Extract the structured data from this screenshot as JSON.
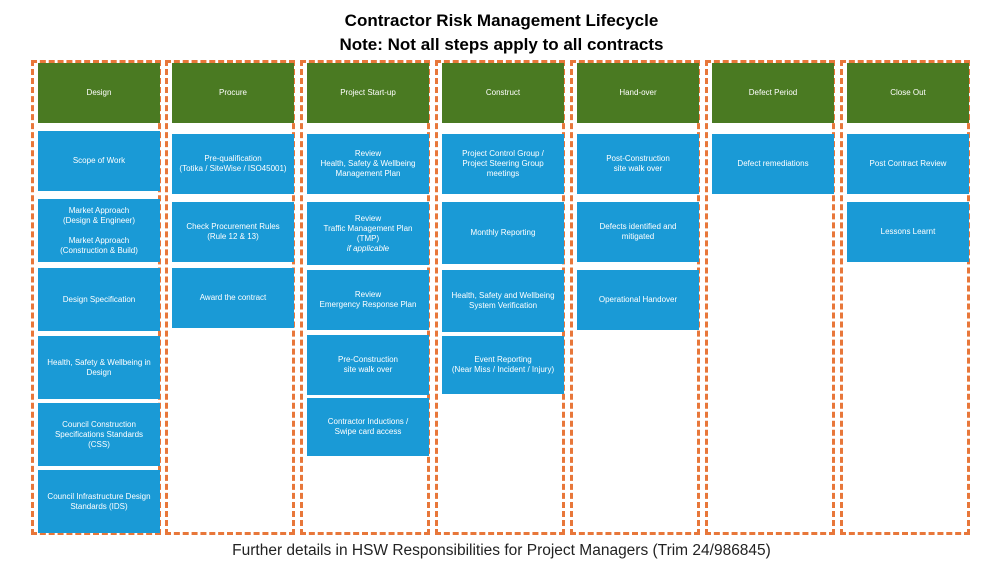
{
  "title": {
    "line1": "Contractor Risk Management Lifecycle",
    "line2": "Note: Not all steps apply to all contracts"
  },
  "columns": [
    {
      "header": "Design",
      "steps": [
        {
          "lines": [
            "Scope of Work"
          ]
        },
        {
          "lines": [
            "Market Approach",
            "(Design & Engineer)",
            "",
            "Market Approach",
            "(Construction & Build)"
          ]
        },
        {
          "lines": [
            "Design Specification"
          ]
        },
        {
          "lines": [
            "Health, Safety & Wellbeing in",
            "Design"
          ]
        },
        {
          "lines": [
            "Council Construction",
            "Specifications Standards",
            "(CSS)"
          ]
        },
        {
          "lines": [
            "Council Infrastructure Design",
            "Standards (IDS)"
          ]
        }
      ]
    },
    {
      "header": "Procure",
      "steps": [
        {
          "lines": [
            "Pre-qualification",
            "(Totika / SiteWise / ISO45001)"
          ]
        },
        {
          "lines": [
            "Check Procurement Rules",
            "(Rule 12 & 13)"
          ]
        },
        {
          "lines": [
            "Award the contract"
          ]
        }
      ]
    },
    {
      "header": "Project Start-up",
      "steps": [
        {
          "lines": [
            "Review",
            "Health, Safety & Wellbeing",
            "Management Plan"
          ]
        },
        {
          "lines": [
            "Review",
            "Traffic Management Plan",
            "(TMP)"
          ],
          "note": "if applicable"
        },
        {
          "lines": [
            "Review",
            "Emergency Response Plan"
          ]
        },
        {
          "lines": [
            "Pre-Construction",
            "site walk over"
          ]
        },
        {
          "lines": [
            "Contractor Inductions /",
            "Swipe card access"
          ]
        }
      ]
    },
    {
      "header": "Construct",
      "steps": [
        {
          "lines": [
            "Project Control Group /",
            "Project Steering Group",
            "meetings"
          ]
        },
        {
          "lines": [
            "Monthly Reporting"
          ]
        },
        {
          "lines": [
            "Health, Safety and Wellbeing",
            "System Verification"
          ]
        },
        {
          "lines": [
            "Event Reporting",
            "(Near Miss / Incident / Injury)"
          ]
        }
      ]
    },
    {
      "header": "Hand-over",
      "steps": [
        {
          "lines": [
            "Post-Construction",
            "site walk over"
          ]
        },
        {
          "lines": [
            "Defects identified and",
            "mitigated"
          ]
        },
        {
          "lines": [
            "Operational Handover"
          ]
        }
      ]
    },
    {
      "header": "Defect Period",
      "steps": [
        {
          "lines": [
            "Defect remediations"
          ]
        }
      ]
    },
    {
      "header": "Close Out",
      "steps": [
        {
          "lines": [
            "Post Contract Review"
          ]
        },
        {
          "lines": [
            "Lessons Learnt"
          ]
        }
      ]
    }
  ],
  "footer": "Further details in HSW Responsibilities for Project Managers (Trim 24/986845)",
  "colors": {
    "header_fill": "#4a7a22",
    "step_fill": "#1a9ad6",
    "dashed_border": "#e8773a"
  }
}
